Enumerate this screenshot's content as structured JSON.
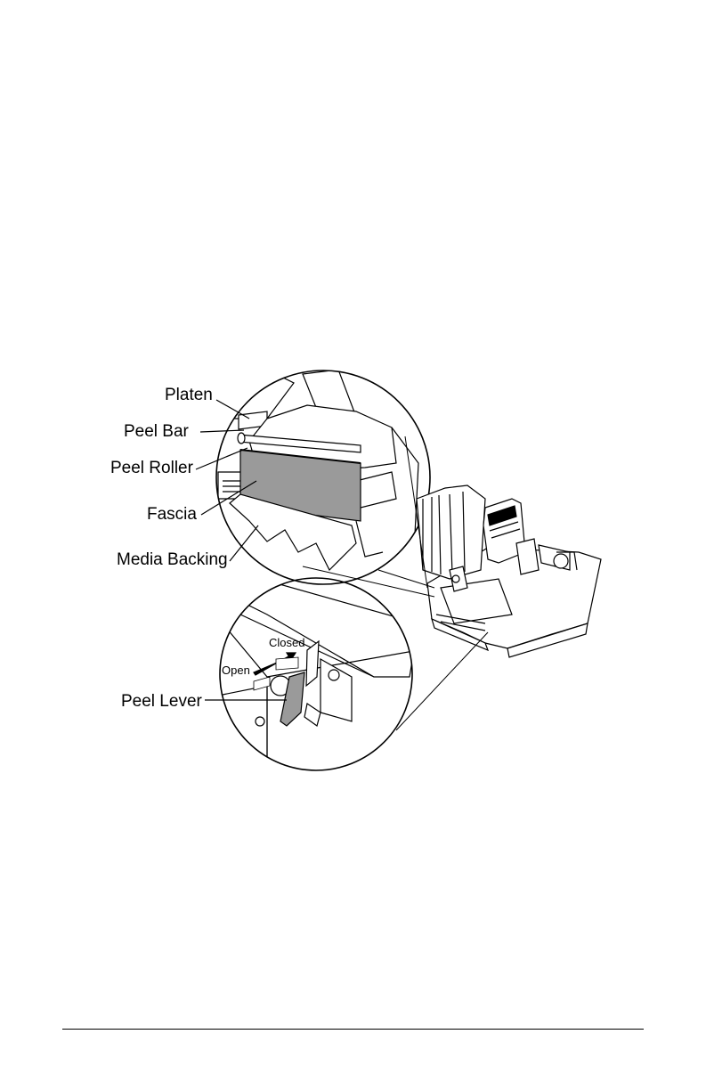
{
  "callouts": {
    "platen": "Platen",
    "peel_bar": "Peel Bar",
    "peel_roller": "Peel Roller",
    "fascia": "Fascia",
    "media_backing": "Media Backing",
    "peel_lever": "Peel Lever"
  },
  "lever_positions": {
    "closed": "Closed",
    "open": "Open"
  }
}
